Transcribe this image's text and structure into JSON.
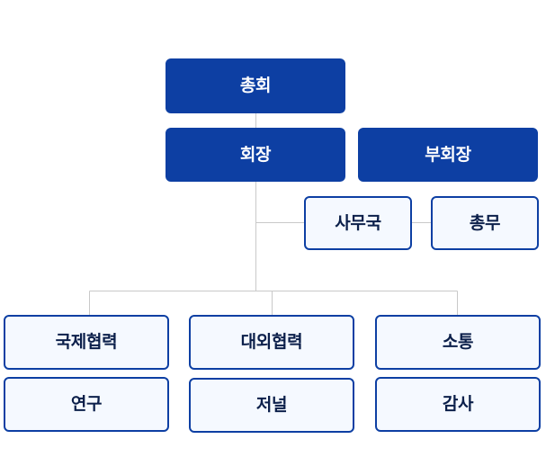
{
  "colors": {
    "primary": "#0d3fa3",
    "outline_fill": "#f5f9ff",
    "outline_text": "#0b1f4a",
    "connector": "#c9c9c9"
  },
  "org": {
    "general_assembly": "총회",
    "president": "회장",
    "vice_president": "부회장",
    "secretariat": "사무국",
    "general_affairs": "총무",
    "departments": {
      "international": "국제협력",
      "research": "연구",
      "external": "대외협력",
      "journal": "저널",
      "communication": "소통",
      "audit": "감사"
    }
  }
}
